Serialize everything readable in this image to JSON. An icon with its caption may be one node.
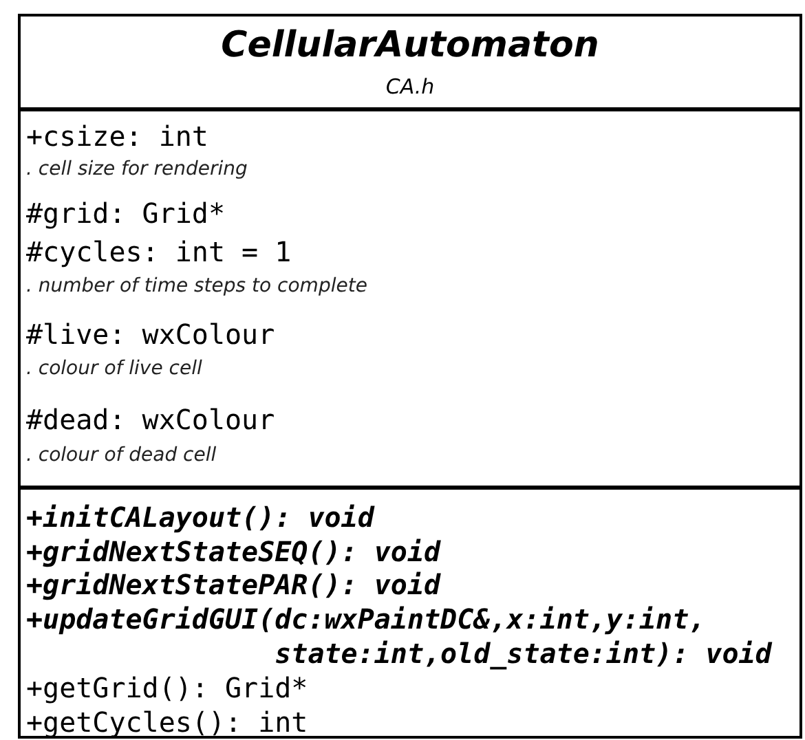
{
  "diagram": {
    "nodes": [
      {
        "text": [
          "CellularAutomaton",
          "CA.h"
        ]
      },
      {
        "text": [
          "+csize: int",
          ". cell size for rendering",
          "#grid: Grid*",
          "#cycles: int = 1",
          ". number of time steps to complete",
          "#live: wxColour",
          ". colour of live cell",
          "#dead: wxColour",
          ". colour of dead cell"
        ],
        "in": 0
      },
      {
        "text": [
          "+initCALayout(): void",
          "+gridNextStateSEQ(): void",
          "+gridNextStatePAR(): void",
          "+updateGridGUI(dc:wxPaintDC&,x:int,y:int, state:int,old_state:int): void",
          "+getGrid(): Grid*",
          "+getCycles(): int"
        ],
        "in": 0
      }
    ]
  }
}
